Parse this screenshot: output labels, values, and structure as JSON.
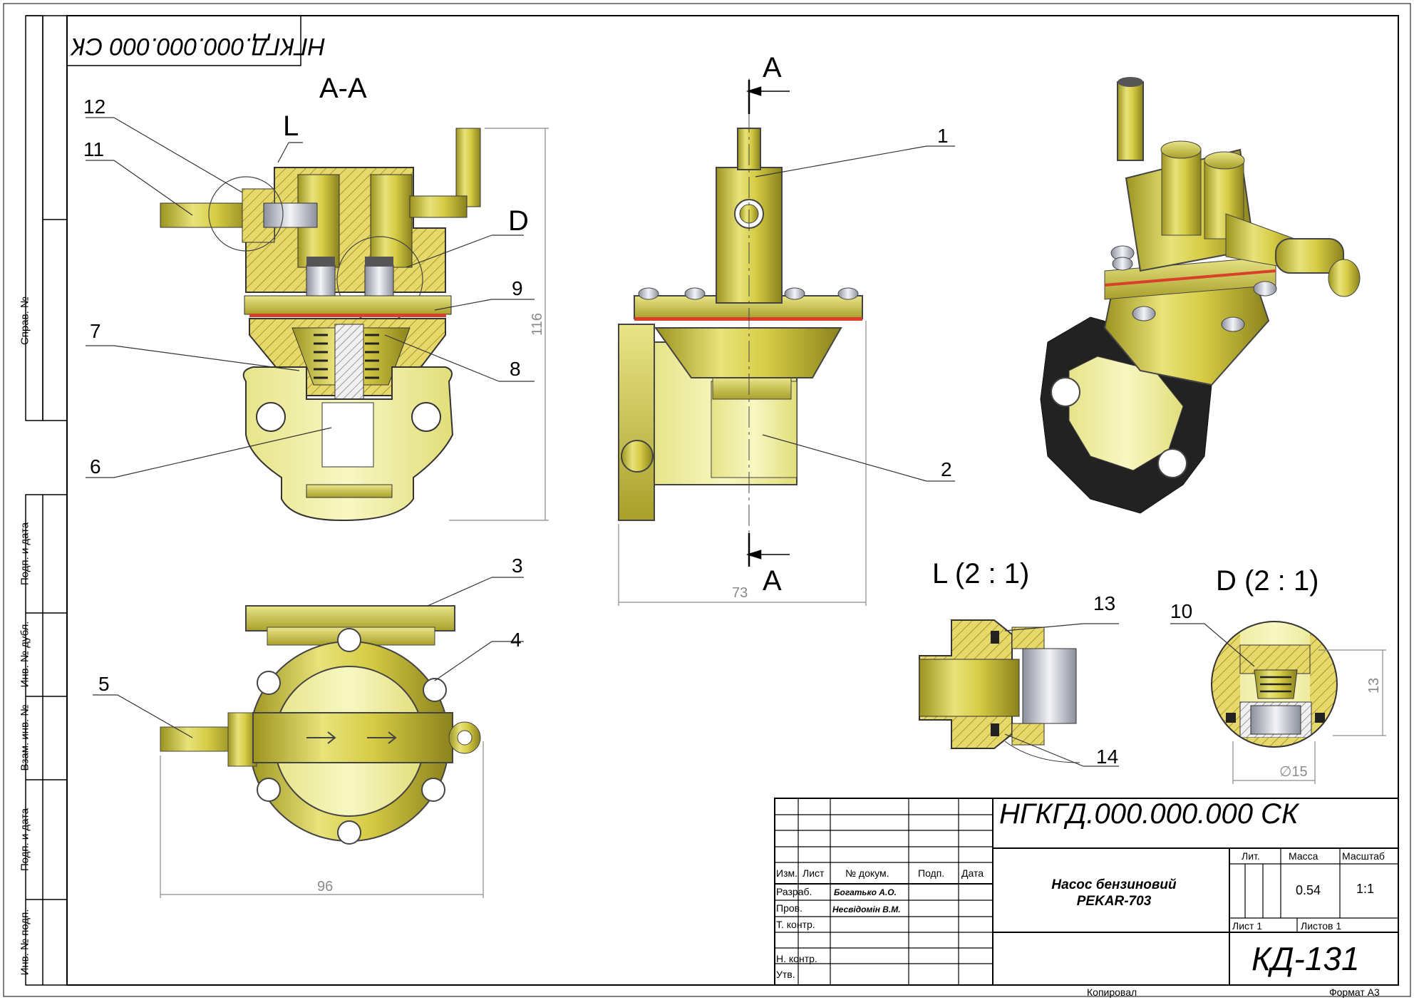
{
  "document_code": "НГКГД.000.000.000 СК",
  "side_labels": [
    "Справ. №",
    "Подп. и дата",
    "Инв. № дубл.",
    "Взам. инв. №",
    "Подп. и дата",
    "Инв. № подп."
  ],
  "views": {
    "section_aa": "А-А",
    "detail_l": "L  (2 : 1)",
    "detail_d": "D  (2 : 1)",
    "cut_label": "А",
    "callout_l": "L",
    "callout_d": "D"
  },
  "part_numbers": [
    "1",
    "2",
    "3",
    "4",
    "5",
    "6",
    "7",
    "8",
    "9",
    "10",
    "11",
    "12",
    "13",
    "14"
  ],
  "dimensions": {
    "height": "116",
    "width_front": "73",
    "width_top": "96",
    "detail_h": "13",
    "detail_dia": "∅15"
  },
  "title_block": {
    "headers": {
      "izm": "Изм.",
      "list": "Лист",
      "doc": "№ докум.",
      "podp": "Подп.",
      "data": "Дата"
    },
    "rows": {
      "razrab": "Разраб.",
      "prov": "Пров.",
      "tkontr": "Т. контр.",
      "nkontr": "Н. контр.",
      "utv": "Утв."
    },
    "developer": "Богатько А.О.",
    "checker": "Несвідомін В.М.",
    "title_line1": "Насос бензиновий",
    "title_line2": "PEKAR-703",
    "lit": "Лит.",
    "mass_label": "Масса",
    "scale_label": "Масштаб",
    "mass": "0.54",
    "scale": "1:1",
    "sheet": "Лист 1",
    "sheets": "Листов 1",
    "designation": "КД-131",
    "copied": "Копировал",
    "format": "Формат А3"
  },
  "colors": {
    "brass": "#d8cf4a",
    "brass_light": "#f1ef98",
    "brass_dark": "#8f8720",
    "gasket": "#d8402a",
    "hatch": "#b9a21a"
  }
}
